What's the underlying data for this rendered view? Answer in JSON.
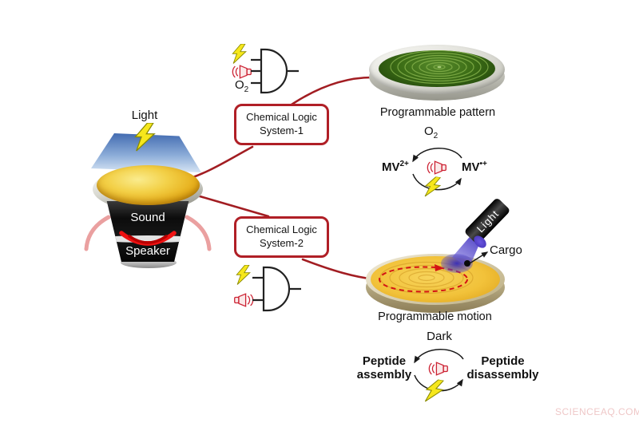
{
  "colors": {
    "accent_red": "#b01f26",
    "line_red": "#a21d22",
    "bolt_yellow": "#f6e71c",
    "icon_red": "#cc2233",
    "dish_green": "#3f7518",
    "dish_gold": "#efbe30",
    "beam_blue": "#3d6cb4",
    "watermark_pink": "#efc8c8"
  },
  "device": {
    "light_label": "Light",
    "sound_label": "Sound",
    "speaker_label": "Speaker"
  },
  "gate1": {
    "o2_base": "O",
    "o2_sub": "2"
  },
  "box1": {
    "line1": "Chemical Logic",
    "line2": "System-1"
  },
  "box2": {
    "line1": "Chemical Logic",
    "line2": "System-2"
  },
  "pattern_dish": {
    "caption": "Programmable pattern"
  },
  "mv_cycle": {
    "condition_base": "O",
    "condition_sub": "2",
    "left_base": "MV",
    "left_sup": "2+",
    "right_base": "MV",
    "right_sup": "•+"
  },
  "motion_dish": {
    "caption": "Programmable motion",
    "cargo_label": "Cargo",
    "torch_label": "Light"
  },
  "peptide_cycle": {
    "condition": "Dark",
    "left_line1": "Peptide",
    "left_line2": "assembly",
    "right_line1": "Peptide",
    "right_line2": "disassembly"
  },
  "watermark": "SCIENCEAQ.COM",
  "icons": {
    "gate1_inputs": [
      "lightning",
      "sound-speaker",
      "oxygen"
    ],
    "gate2_inputs": [
      "lightning",
      "sound-speaker"
    ],
    "cycle_center": "sound-speaker-icon",
    "cycle_trigger": "lightning-icon"
  }
}
